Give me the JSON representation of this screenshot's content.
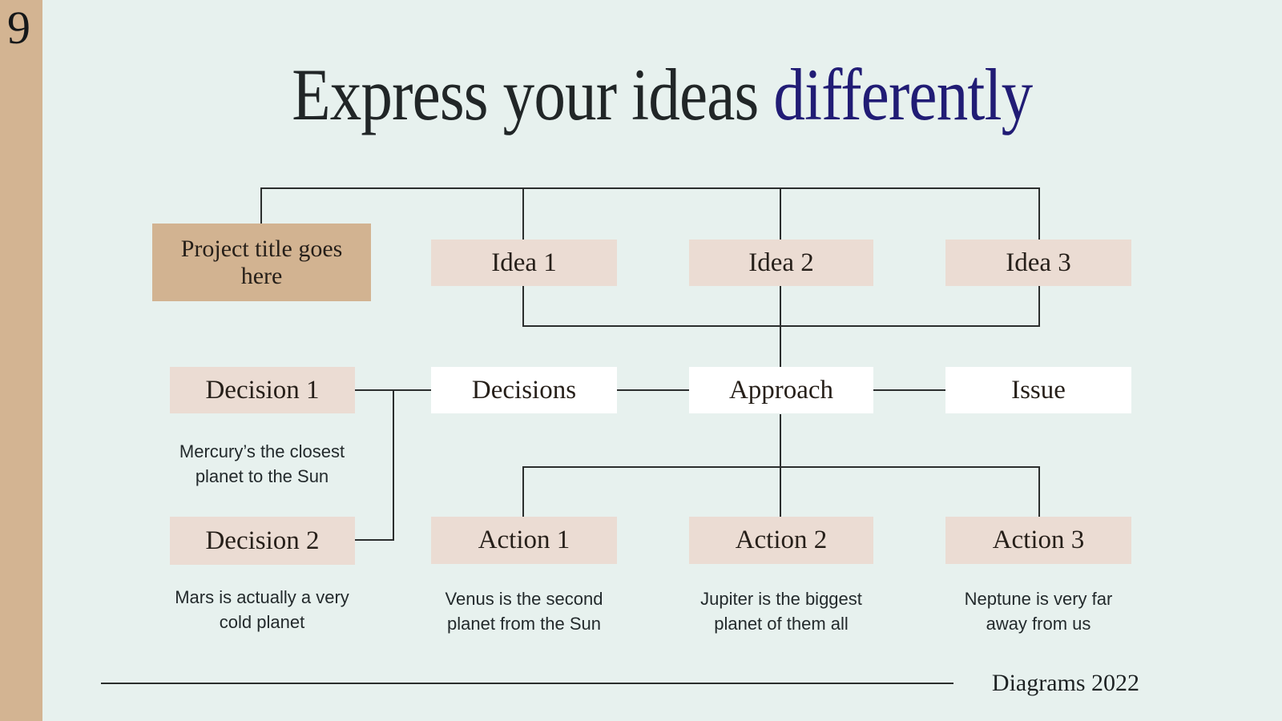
{
  "slide": {
    "page_number": "9",
    "title": {
      "prefix": "Express your ideas ",
      "highlight": "differently"
    },
    "footer_credit": "Diagrams 2022",
    "colors": {
      "background": "#e7f1ee",
      "sidebar_tan": "#d3b492",
      "root_box": "#d2b391",
      "light_box": "#ebdcd3",
      "white_box": "#ffffff",
      "title_text": "#212627",
      "title_highlight": "#211c75",
      "connector_line": "#2b2e2d"
    }
  },
  "diagram": {
    "root": {
      "label": "Project title goes here",
      "line1": "Project title goes",
      "line2": "here"
    },
    "ideas": [
      {
        "label": "Idea 1"
      },
      {
        "label": "Idea 2"
      },
      {
        "label": "Idea 3"
      }
    ],
    "middle": [
      {
        "label": "Decisions"
      },
      {
        "label": "Approach"
      },
      {
        "label": "Issue"
      }
    ],
    "decisions": [
      {
        "label": "Decision 1",
        "caption_line1": "Mercury’s the closest",
        "caption_line2": "planet to the Sun"
      },
      {
        "label": "Decision 2",
        "caption_line1": "Mars is actually a very",
        "caption_line2": "cold planet"
      }
    ],
    "actions": [
      {
        "label": "Action 1",
        "caption_line1": "Venus is the second",
        "caption_line2": "planet from the Sun"
      },
      {
        "label": "Action 2",
        "caption_line1": "Jupiter is the biggest",
        "caption_line2": "planet of them all"
      },
      {
        "label": "Action 3",
        "caption_line1": "Neptune is very far",
        "caption_line2": "away from us"
      }
    ]
  }
}
